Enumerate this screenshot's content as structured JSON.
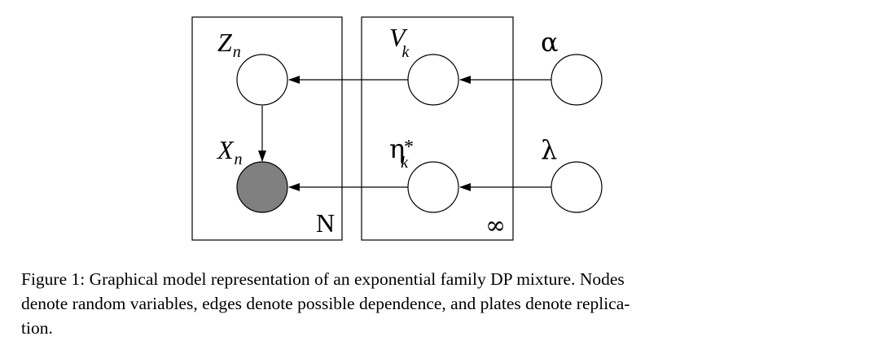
{
  "figure": {
    "caption_lines": [
      "Figure 1: Graphical model representation of an exponential family DP mixture. Nodes",
      "denote random variables, edges denote possible dependence, and plates denote replica-",
      "tion."
    ]
  },
  "plates": [
    {
      "id": "plate-n",
      "label": "N"
    },
    {
      "id": "plate-k",
      "label": "∞"
    }
  ],
  "nodes": [
    {
      "id": "Z",
      "symbol": "Z",
      "subscript": "n",
      "observed": false
    },
    {
      "id": "X",
      "symbol": "X",
      "subscript": "n",
      "observed": true
    },
    {
      "id": "V",
      "symbol": "V",
      "subscript": "k",
      "observed": false
    },
    {
      "id": "eta",
      "symbol": "η",
      "subscript": "k",
      "superscript": "*",
      "observed": false
    },
    {
      "id": "alpha",
      "symbol": "α",
      "observed": false
    },
    {
      "id": "lambda",
      "symbol": "λ",
      "observed": false
    }
  ],
  "edges": [
    {
      "from": "V",
      "to": "Z"
    },
    {
      "from": "alpha",
      "to": "V"
    },
    {
      "from": "Z",
      "to": "X"
    },
    {
      "from": "eta",
      "to": "X"
    },
    {
      "from": "lambda",
      "to": "eta"
    }
  ],
  "colors": {
    "observed_fill": "#808080",
    "node_fill": "#ffffff",
    "stroke": "#000000"
  }
}
